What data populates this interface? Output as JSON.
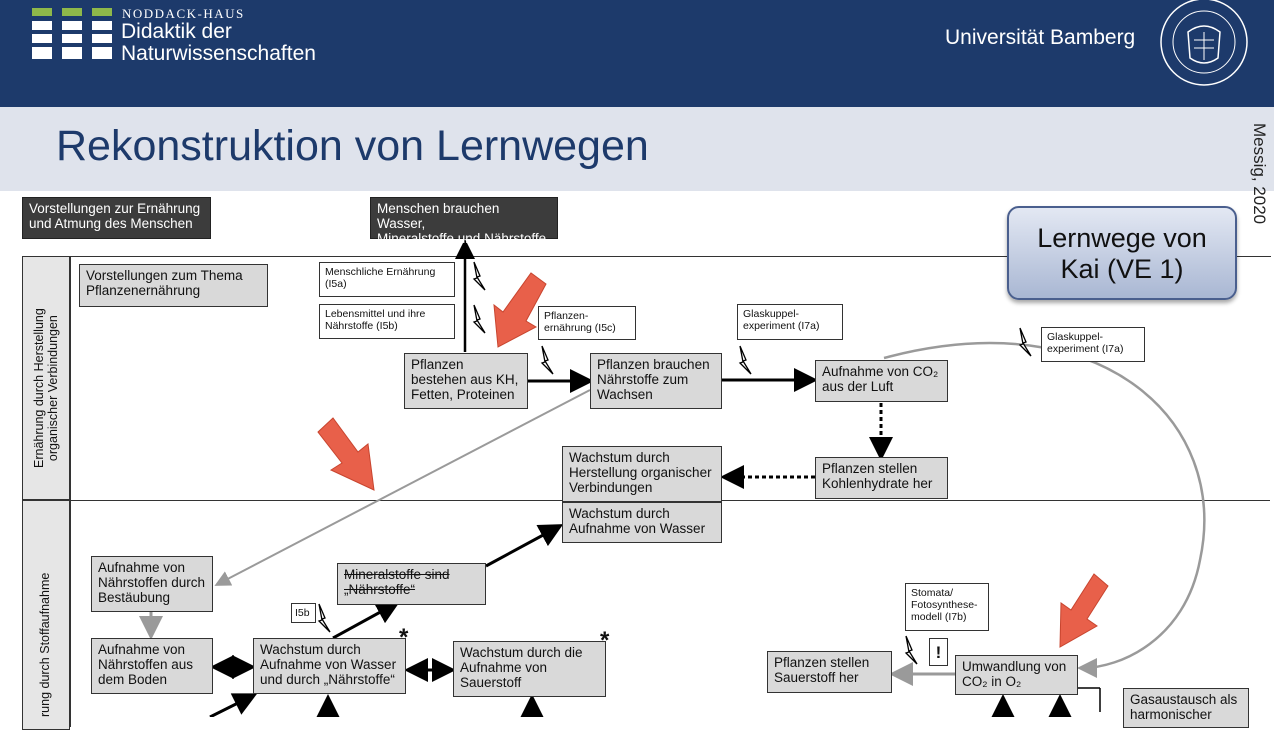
{
  "header": {
    "brand_small": "NODDACK-HAUS",
    "brand_line1": "Didaktik der",
    "brand_line2": "Naturwissenschaften",
    "university": "Universität Bamberg",
    "background_color": "#1d3a6b"
  },
  "title": "Rekonstruktion von Lernwegen",
  "credit": "Messig, 2020",
  "callout": {
    "line1": "Lernwege von",
    "line2": "Kai (VE 1)"
  },
  "lanes": {
    "upper": [
      "Ernährung durch Herstellung",
      "organischer Verbindungen"
    ],
    "lower": "rung durch Stoffaufnahme"
  },
  "boxes": {
    "menschen_vorstellungen": [
      "Vorstellungen zur Ernährung",
      "und Atmung des Menschen"
    ],
    "menschen_brauchen": [
      "Menschen brauchen Wasser,",
      "Mineralstoffe und Nährstoffe"
    ],
    "pflanzen_vorstellungen": [
      "Vorstellungen zum Thema",
      "Pflanzenernährung"
    ],
    "i5a": [
      "Menschliche Ernährung",
      "(I5a)"
    ],
    "i5b": [
      "Lebensmittel und ihre",
      "Nährstoffe (I5b)"
    ],
    "i5c": [
      "Pflanzen-",
      "ernährung (I5c)"
    ],
    "i7a_1": [
      "Glaskuppel-",
      "experiment (I7a)"
    ],
    "i7a_2": [
      "Glaskuppel-",
      "experiment (I7a)"
    ],
    "kh": [
      "Pflanzen",
      "bestehen aus KH,",
      "Fetten, Proteinen"
    ],
    "naehrstoffe_wachsen": [
      "Pflanzen brauchen",
      "Nährstoffe zum",
      "Wachsen"
    ],
    "co2": [
      "Aufnahme von CO₂",
      "aus der Luft"
    ],
    "kohlenhydrate": [
      "Pflanzen stellen",
      "Kohlenhydrate her"
    ],
    "wachstum_org": [
      "Wachstum durch",
      "Herstellung organischer",
      "Verbindungen"
    ],
    "wachstum_wasser": [
      "Wachstum durch",
      "Aufnahme von Wasser"
    ],
    "bestaeubung": [
      "Aufnahme von",
      "Nährstoffen durch",
      "Bestäubung"
    ],
    "mineralstoffe": [
      "Mineralstoffe sind",
      "„Nährstoffe“"
    ],
    "i5b_small": "I5b",
    "boden": [
      "Aufnahme von",
      "Nährstoffen aus",
      "dem Boden"
    ],
    "wachstum_wasser_naehr": [
      "Wachstum durch",
      "Aufnahme von Wasser",
      "und durch „Nährstoffe“"
    ],
    "sauerstoff_aufnahme": [
      "Wachstum durch die",
      "Aufnahme von",
      "Sauerstoff"
    ],
    "stomata": [
      "Stomata/",
      "Fotosynthese-",
      "modell (I7b)"
    ],
    "sauerstoff_her": [
      "Pflanzen stellen",
      "Sauerstoff her"
    ],
    "umwandlung": [
      "Umwandlung von",
      "CO₂ in O₂"
    ],
    "gasaustausch": [
      "Gasaustausch als",
      "harmonischer"
    ]
  },
  "marks": {
    "star": "*",
    "exclamation": "!"
  },
  "colors": {
    "arrow_red": "#e8604a",
    "callout_border": "#4a5f8e",
    "title": "#1d3a6b"
  }
}
